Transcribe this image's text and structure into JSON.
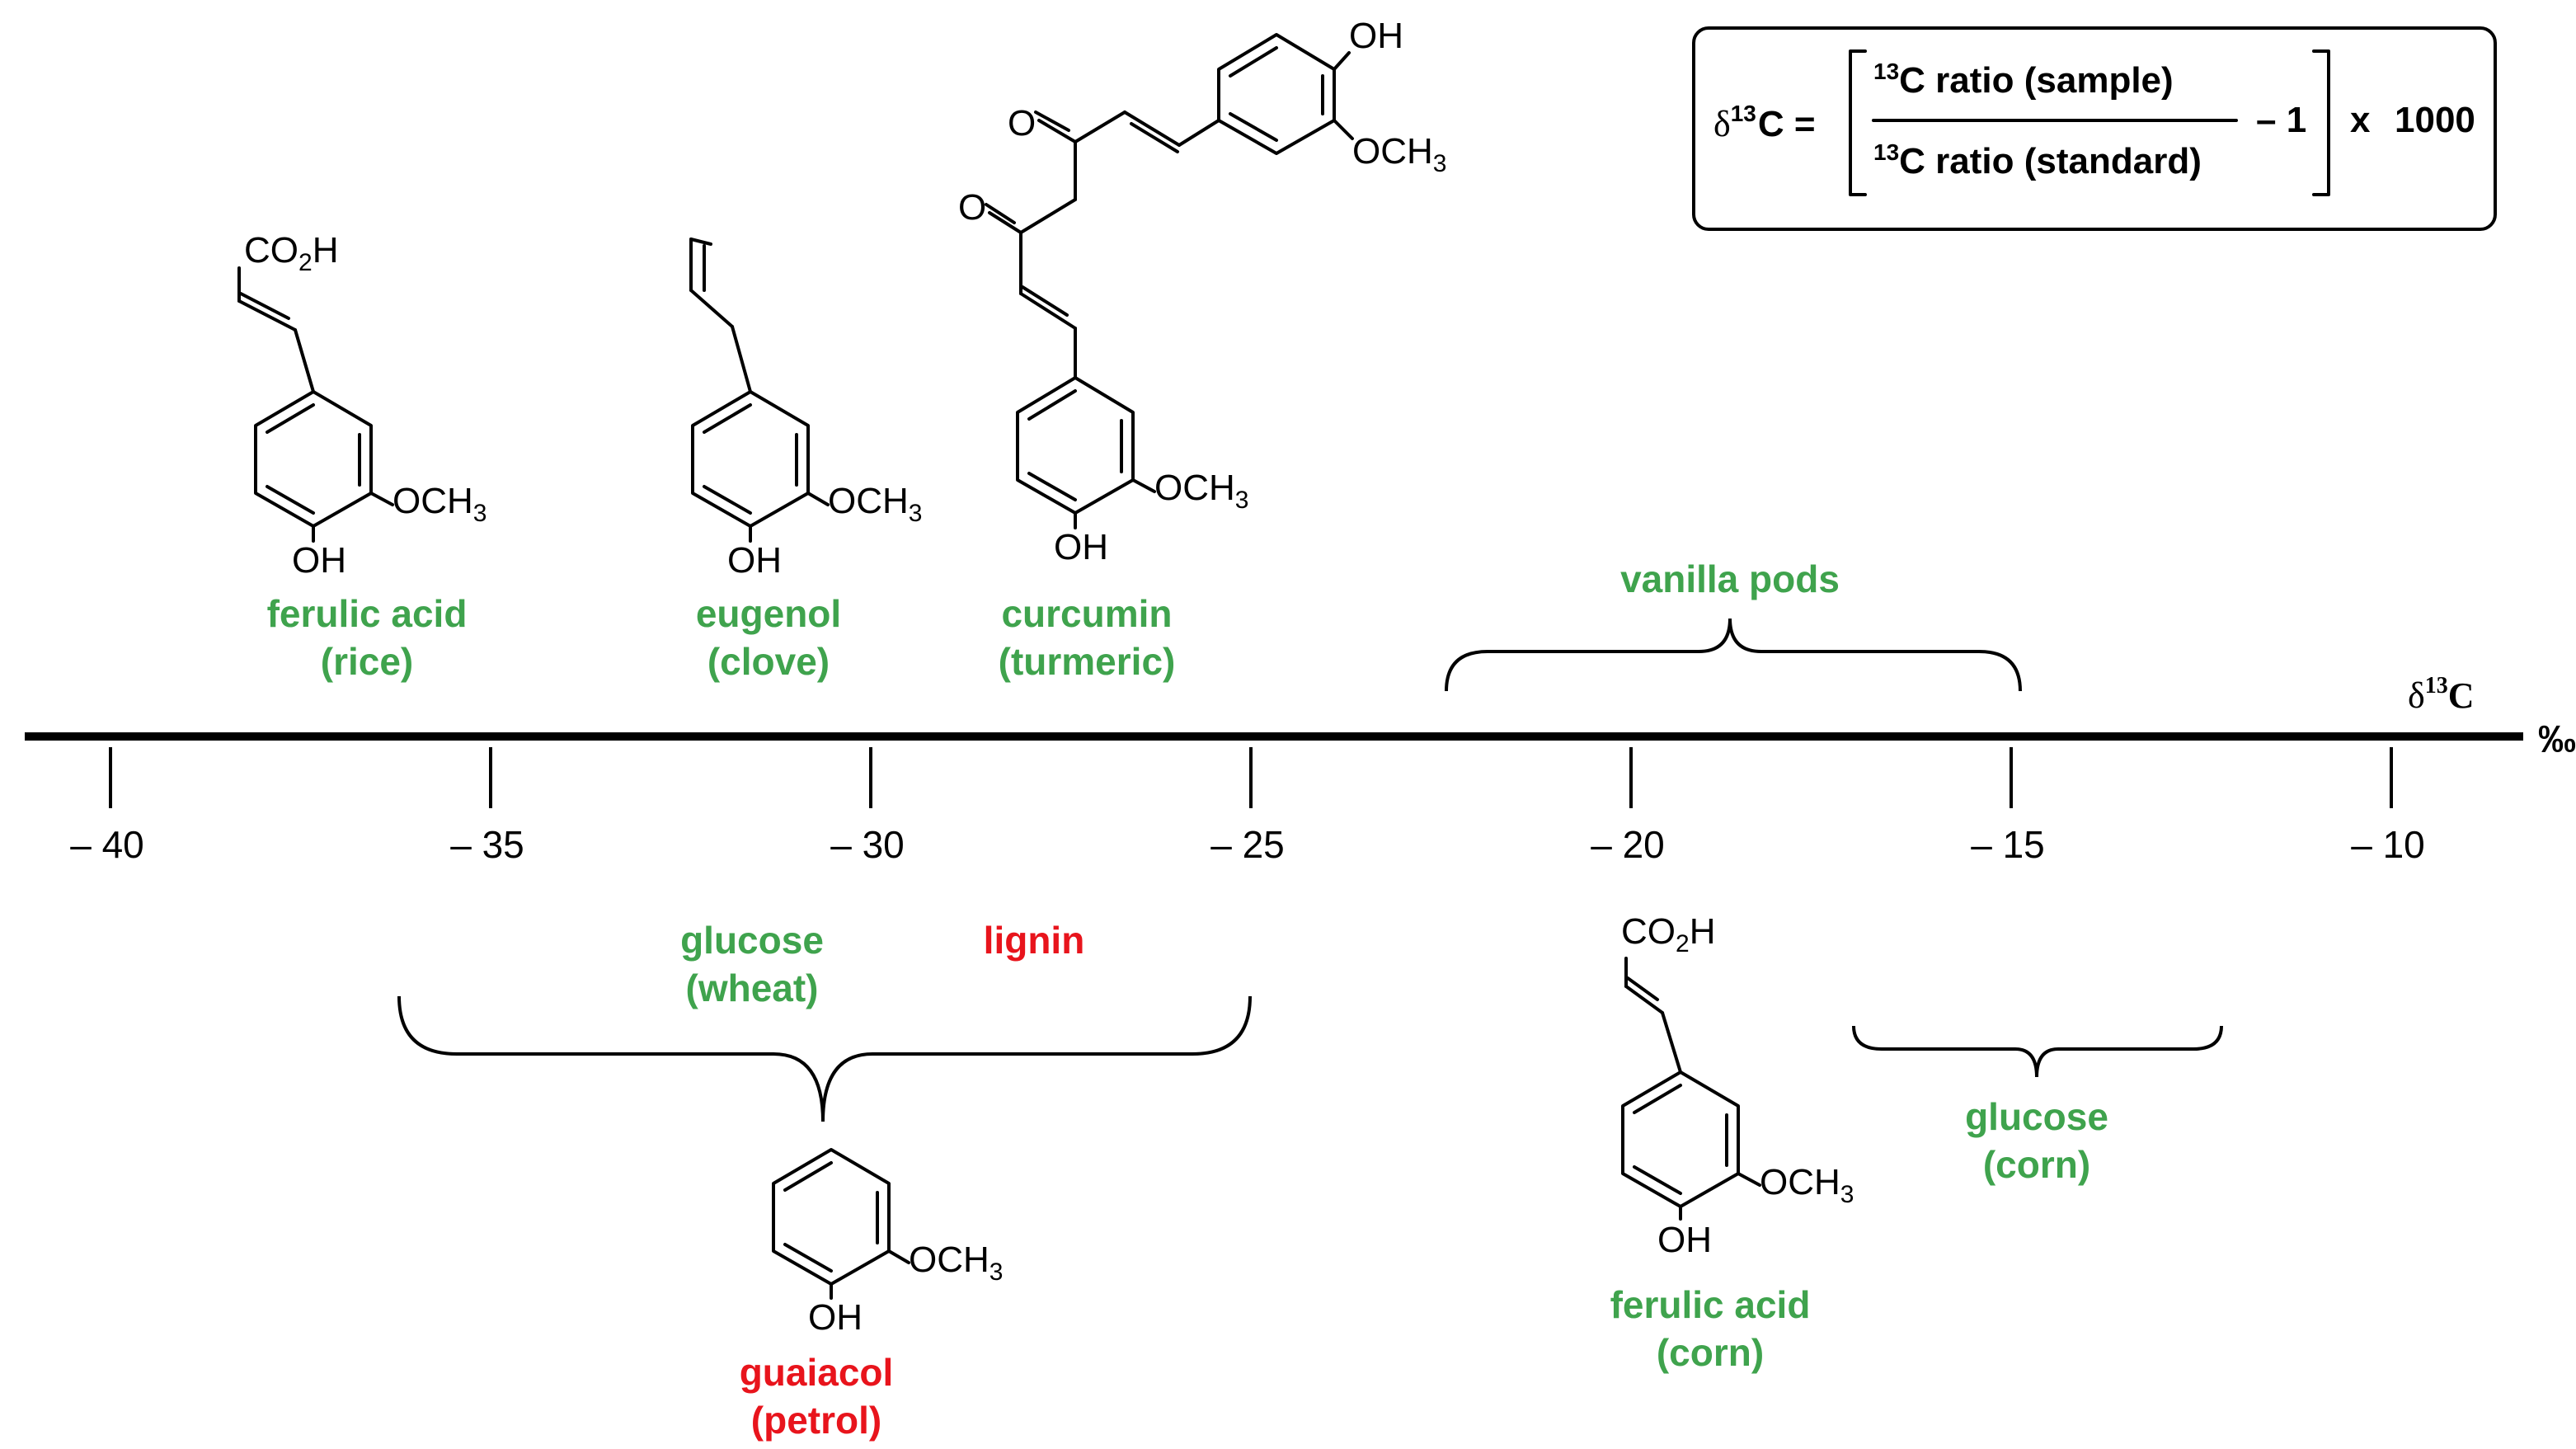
{
  "formula": {
    "lhs_symbol": "δ",
    "lhs_isotope": "13",
    "lhs_element": "C =",
    "numerator_isotope": "13",
    "numerator_text": "C ratio (sample)",
    "denominator_isotope": "13",
    "denominator_text": "C ratio (standard)",
    "minus_one": "– 1",
    "times": "x",
    "factor": "1000"
  },
  "axis": {
    "symbol": "δ",
    "isotope": "13",
    "element": "C",
    "unit": "‰",
    "ticks": [
      {
        "value": -40,
        "label": "– 40"
      },
      {
        "value": -35,
        "label": "– 35"
      },
      {
        "value": -30,
        "label": "– 30"
      },
      {
        "value": -25,
        "label": "– 25"
      },
      {
        "value": -20,
        "label": "– 20"
      },
      {
        "value": -15,
        "label": "– 15"
      },
      {
        "value": -10,
        "label": "– 10"
      }
    ]
  },
  "labels_above": {
    "ferulic_rice": [
      "ferulic acid",
      "(rice)"
    ],
    "eugenol_clove": [
      "eugenol",
      "(clove)"
    ],
    "curcumin_turmeric": [
      "curcumin",
      "(turmeric)"
    ],
    "vanilla_pods": "vanilla pods"
  },
  "labels_below": {
    "glucose_wheat": [
      "glucose",
      "(wheat)"
    ],
    "lignin": "lignin",
    "guaiacol_petrol": [
      "guaiacol",
      "(petrol)"
    ],
    "ferulic_corn": [
      "ferulic acid",
      "(corn)"
    ],
    "glucose_corn": [
      "glucose",
      "(corn)"
    ]
  },
  "substituents": {
    "co2h_prefix": "CO",
    "co2h_sub": "2",
    "co2h_suffix": "H",
    "och3_prefix": "OCH",
    "och3_sub": "3",
    "oh": "OH",
    "o": "O"
  },
  "colors": {
    "green": "#3fa34d",
    "red": "#e8141c",
    "black": "#000000"
  }
}
